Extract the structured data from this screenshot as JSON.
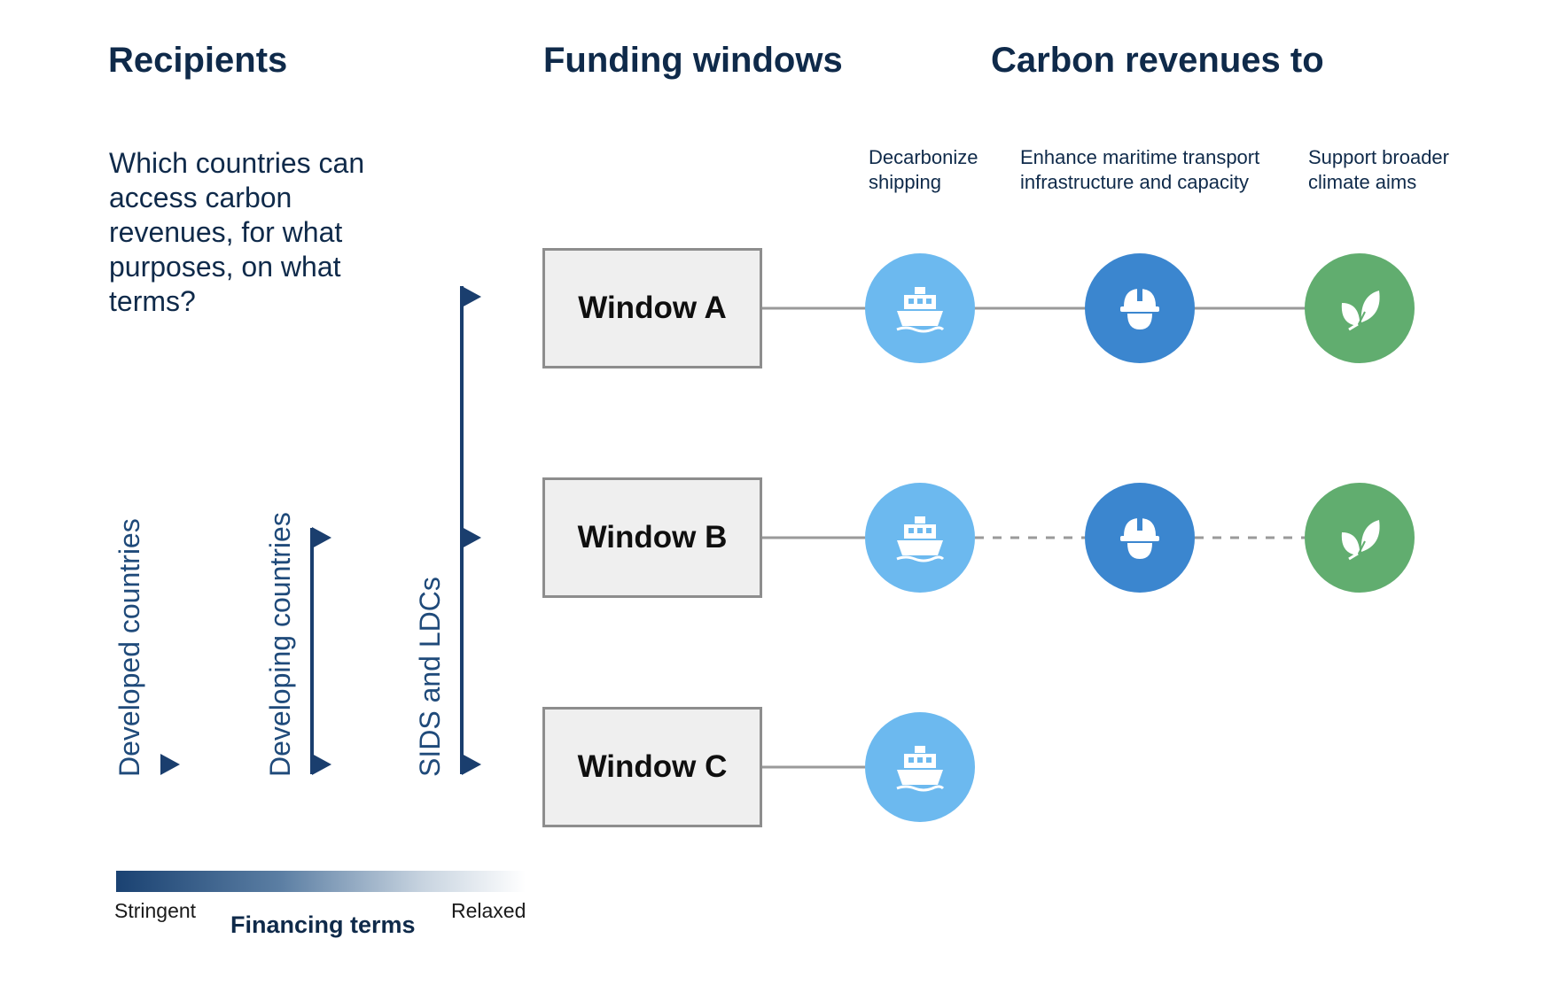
{
  "headers": {
    "recipients": "Recipients",
    "funding_windows": "Funding windows",
    "carbon_revenues": "Carbon revenues to"
  },
  "question": "Which countries can access carbon revenues, for what purposes, on what terms?",
  "purposes": [
    {
      "line1": "Decarbonize",
      "line2": "shipping",
      "icon": "ship-icon",
      "color": "#6cb9ef"
    },
    {
      "line1": "Enhance maritime transport",
      "line2": "infrastructure and capacity",
      "icon": "hard-hat-icon",
      "color": "#3b86cf"
    },
    {
      "line1": "Support broader",
      "line2": "climate aims",
      "icon": "leaf-icon",
      "color": "#61ad6f"
    }
  ],
  "recipient_groups": [
    {
      "label": "Developed countries"
    },
    {
      "label": "Developing countries"
    },
    {
      "label": "SIDS and LDCs"
    }
  ],
  "windows": [
    {
      "label": "Window A",
      "purposes": [
        0,
        1,
        2
      ],
      "dashed_links": false
    },
    {
      "label": "Window B",
      "purposes": [
        0,
        1,
        2
      ],
      "dashed_links": true
    },
    {
      "label": "Window C",
      "purposes": [
        0
      ],
      "dashed_links": false
    }
  ],
  "financing_terms": {
    "title": "Financing terms",
    "left": "Stringent",
    "right": "Relaxed"
  },
  "colors": {
    "navy": "#1a3e6e",
    "line_gray": "#9a9a9a"
  }
}
